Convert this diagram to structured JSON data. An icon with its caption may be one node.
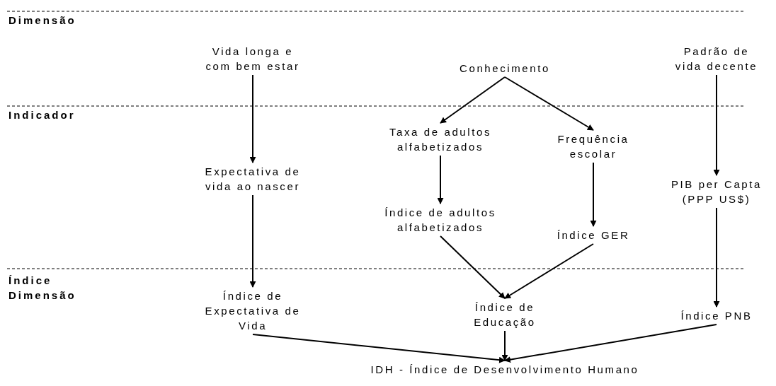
{
  "diagram": {
    "nodes": [
      {
        "text": [
          "Vida longa e com bem estar"
        ]
      },
      {
        "text": [
          "Conhecimento"
        ]
      },
      {
        "text": [
          "Padrão de vida decente"
        ]
      },
      {
        "text": [
          "Expectativa de vida ao nascer"
        ]
      },
      {
        "text": [
          "Taxa de adultos alfabetizados"
        ]
      },
      {
        "text": [
          "Frequência escolar"
        ]
      },
      {
        "text": [
          "PIB per Capta (PPP US$)"
        ]
      },
      {
        "text": [
          "Índice de adultos alfabetizados"
        ]
      },
      {
        "text": [
          "Índice GER"
        ]
      },
      {
        "text": [
          "Índice de Expectativa de Vida"
        ]
      },
      {
        "text": [
          "Índice de Educação"
        ]
      },
      {
        "text": [
          "Índice PNB"
        ]
      },
      {
        "text": [
          "IDH - Índice de Desenvolvimento Humano"
        ]
      }
    ],
    "edges": [
      {
        "from": 0,
        "to": 3,
        "arrow": "to"
      },
      {
        "from": 3,
        "to": 9,
        "arrow": "to"
      },
      {
        "from": 1,
        "to": 4,
        "arrow": "to"
      },
      {
        "from": 1,
        "to": 5,
        "arrow": "to"
      },
      {
        "from": 4,
        "to": 7,
        "arrow": "to"
      },
      {
        "from": 5,
        "to": 8,
        "arrow": "to"
      },
      {
        "from": 2,
        "to": 6,
        "arrow": "to"
      },
      {
        "from": 6,
        "to": 11,
        "arrow": "to"
      },
      {
        "from": 7,
        "to": 10,
        "arrow": "to"
      },
      {
        "from": 8,
        "to": 10,
        "arrow": "to"
      },
      {
        "from": 9,
        "to": 12,
        "arrow": "to"
      },
      {
        "from": 10,
        "to": 12,
        "arrow": "to"
      },
      {
        "from": 11,
        "to": 12,
        "arrow": "to"
      }
    ],
    "labels": [
      "Dimensão",
      "Indicador",
      "Índice Dimensão"
    ]
  }
}
